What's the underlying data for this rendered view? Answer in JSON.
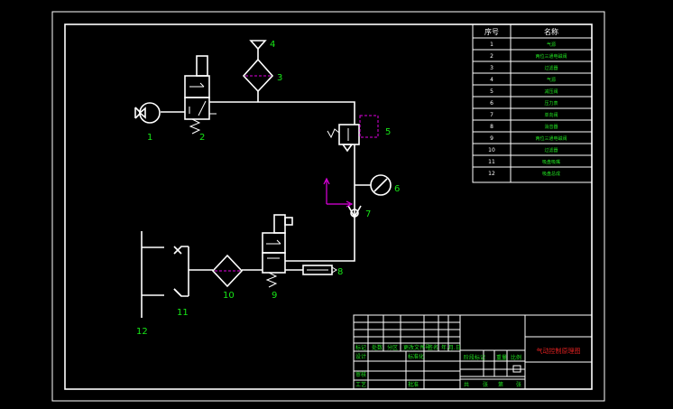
{
  "parts_table": {
    "header_no": "序号",
    "header_name": "名称",
    "rows": [
      {
        "no": "1",
        "name": "气源"
      },
      {
        "no": "2",
        "name": "两位三通电磁阀"
      },
      {
        "no": "3",
        "name": "过滤器"
      },
      {
        "no": "4",
        "name": "气源"
      },
      {
        "no": "5",
        "name": "减压阀"
      },
      {
        "no": "6",
        "name": "压力表"
      },
      {
        "no": "7",
        "name": "单向阀"
      },
      {
        "no": "8",
        "name": "消音器"
      },
      {
        "no": "9",
        "name": "两位三通电磁阀"
      },
      {
        "no": "10",
        "name": "过滤器"
      },
      {
        "no": "11",
        "name": "吸盘吸嘴"
      },
      {
        "no": "12",
        "name": "吸盘总成"
      }
    ]
  },
  "labels": {
    "c1": "1",
    "c2": "2",
    "c3": "3",
    "c4": "4",
    "c5": "5",
    "c6": "6",
    "c7": "7",
    "c8": "8",
    "c9": "9",
    "c10": "10",
    "c11": "11",
    "c12": "12"
  },
  "title_block": {
    "title": "气动控制原理图",
    "r1": [
      "标记",
      "处数",
      "分区",
      "更改文件号",
      "签名",
      "年.月.日"
    ],
    "design": "设计",
    "standard": "标准化",
    "stage_mark": "阶段标记",
    "weight": "重量",
    "ratio": "比例",
    "review": "审核",
    "process": "工艺",
    "approve": "批准",
    "sheets": [
      "共",
      "张",
      "第",
      "张"
    ]
  },
  "colors": {
    "line": "#ffffff",
    "label": "#17e617",
    "accent": "#e000e0",
    "title": "#e02020"
  }
}
